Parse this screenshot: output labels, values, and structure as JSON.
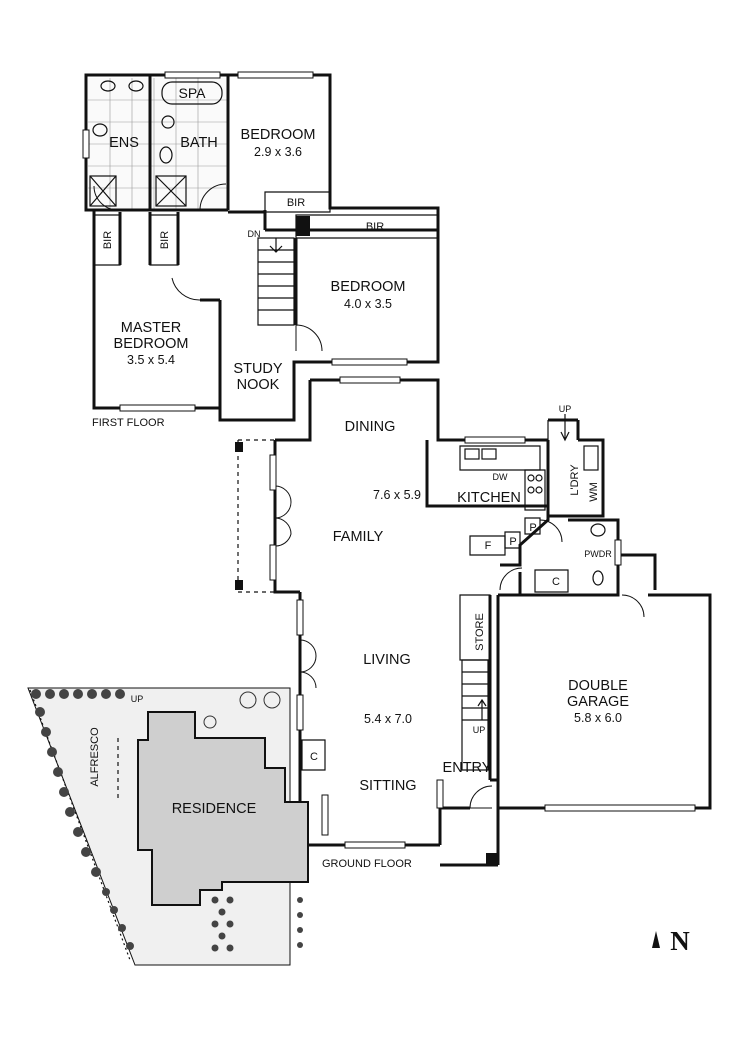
{
  "first_floor": {
    "caption": "FIRST FLOOR",
    "rooms": {
      "spa": "SPA",
      "ens": "ENS",
      "bath": "BATH",
      "bedroom2_name": "BEDROOM",
      "bedroom2_dim": "2.9 x 3.6",
      "bir_top": "BIR",
      "bir_right": "BIR",
      "bir_left1": "BIR",
      "bir_left2": "BIR",
      "dn": "DN",
      "bedroom3_name": "BEDROOM",
      "bedroom3_dim": "4.0 x 3.5",
      "master_line1": "MASTER",
      "master_line2": "BEDROOM",
      "master_dim": "3.5 x 5.4",
      "study_line1": "STUDY",
      "study_line2": "NOOK"
    }
  },
  "ground_floor": {
    "caption": "GROUND FLOOR",
    "rooms": {
      "dining": "DINING",
      "family_dim": "7.6 x 5.9",
      "family": "FAMILY",
      "kitchen": "KITCHEN",
      "dw": "DW",
      "p1": "P",
      "p2": "P",
      "f": "F",
      "up_top": "UP",
      "ldry": "L'DRY",
      "wm": "WM",
      "pwdr": "PWDR",
      "c_right": "C",
      "store": "STORE",
      "living": "LIVING",
      "living_dim": "5.4 x 7.0",
      "c_left": "C",
      "sitting": "SITTING",
      "entry": "ENTRY",
      "up_bottom": "UP",
      "garage_line1": "DOUBLE",
      "garage_line2": "GARAGE",
      "garage_dim": "5.8 x 6.0"
    }
  },
  "site": {
    "up": "UP",
    "alfresco": "ALFRESCO",
    "residence": "RESIDENCE"
  },
  "compass": {
    "letter": "N"
  }
}
